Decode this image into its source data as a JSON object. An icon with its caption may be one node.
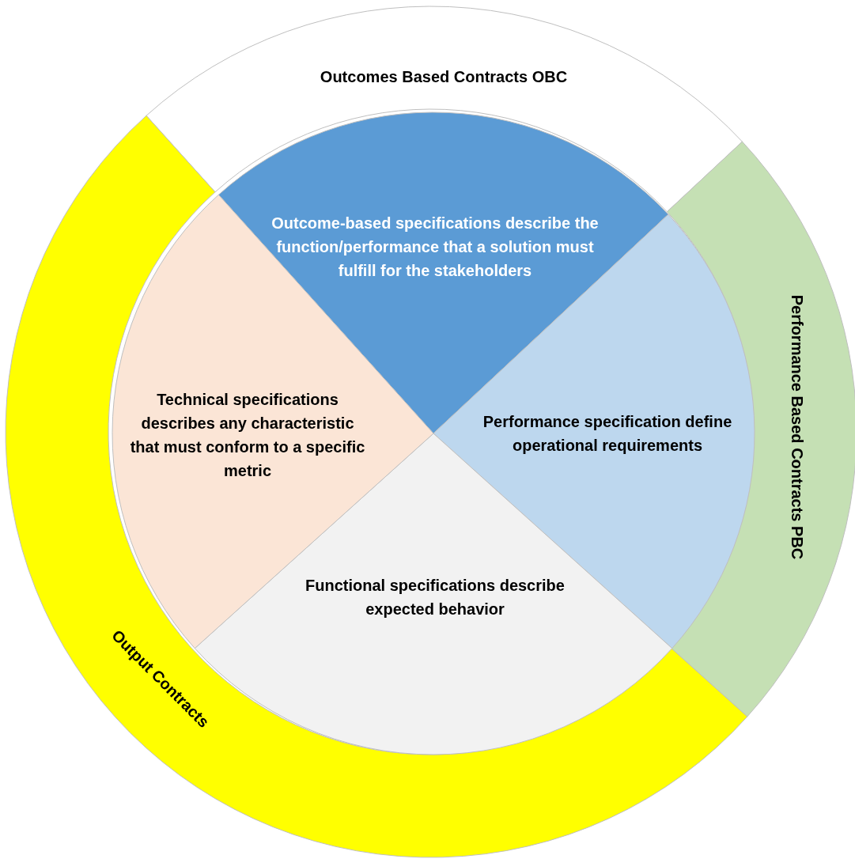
{
  "diagram": {
    "nodes": [
      {
        "text": [
          "Outcomes Based Contracts OBC"
        ]
      },
      {
        "text": [
          "Performance Based Contracts PBC"
        ]
      },
      {
        "text": [
          "Output Contracts"
        ]
      },
      {
        "text": [
          "Outcome-based specifications describe the function/performance that a solution  must fulfill for the stakeholders"
        ]
      },
      {
        "text": [
          "Performance specification define operational requirements"
        ]
      },
      {
        "text": [
          "Functional specifications describe expected behavior"
        ]
      },
      {
        "text": [
          "Technical specifications describes any characteristic that must conform to a specific metric"
        ]
      }
    ]
  }
}
